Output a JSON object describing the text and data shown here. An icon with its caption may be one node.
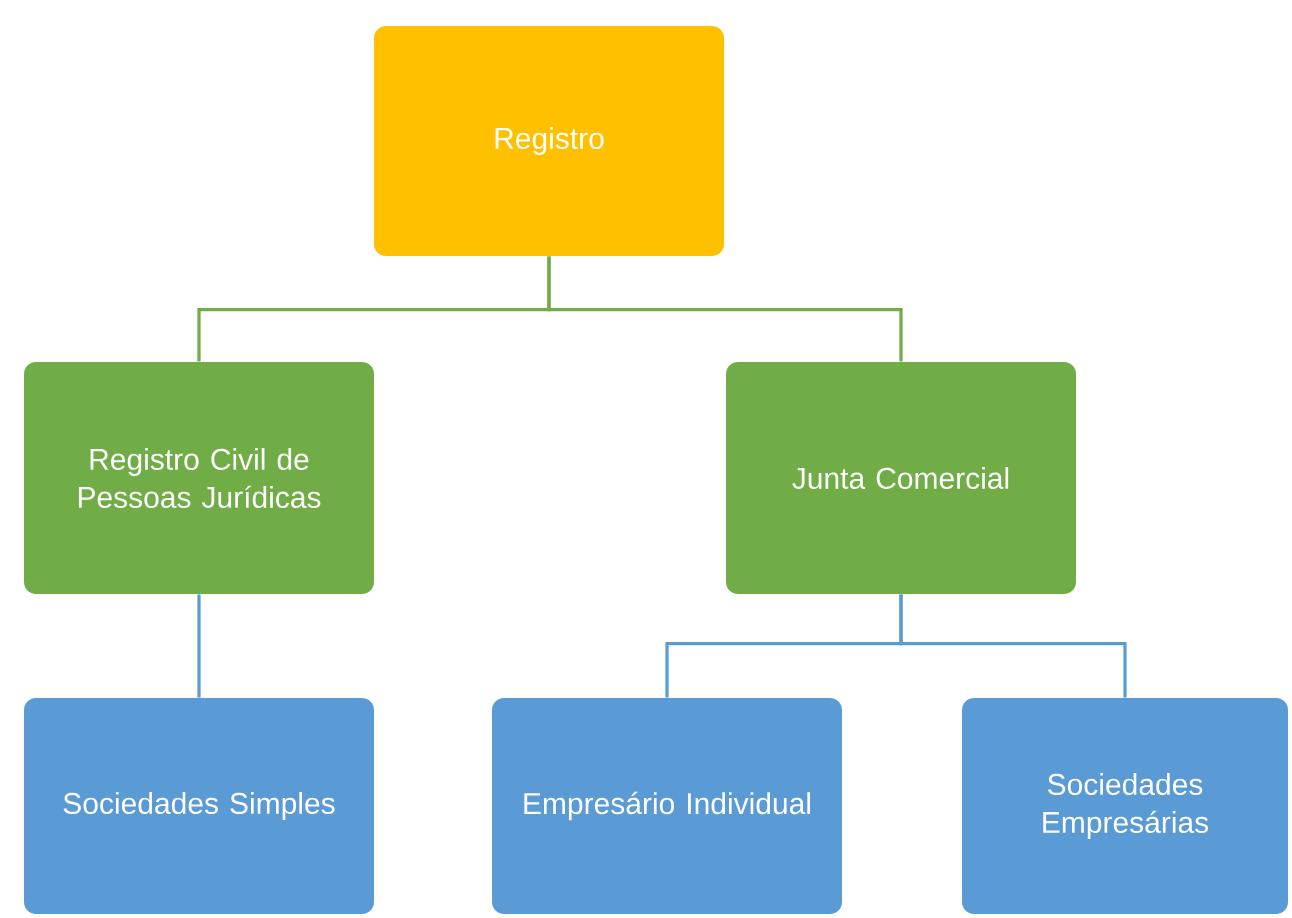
{
  "diagram": {
    "nodes": [
      {
        "text": [
          "Registro"
        ]
      },
      {
        "text": [
          "Registro Civil de Pessoas Jurídicas"
        ]
      },
      {
        "text": [
          "Junta Comercial"
        ]
      },
      {
        "text": [
          "Sociedades Simples"
        ]
      },
      {
        "text": [
          "Empresário Individual"
        ]
      },
      {
        "text": [
          "Sociedades Empresárias"
        ]
      }
    ],
    "edges": [
      {
        "from": 0,
        "to": 1,
        "arrow": "none",
        "color": "#70ad47"
      },
      {
        "from": 0,
        "to": 2,
        "arrow": "none",
        "color": "#70ad47"
      },
      {
        "from": 1,
        "to": 3,
        "arrow": "none"
      },
      {
        "from": 2,
        "to": 4,
        "arrow": "none"
      },
      {
        "from": 2,
        "to": 5,
        "arrow": "none"
      }
    ]
  }
}
